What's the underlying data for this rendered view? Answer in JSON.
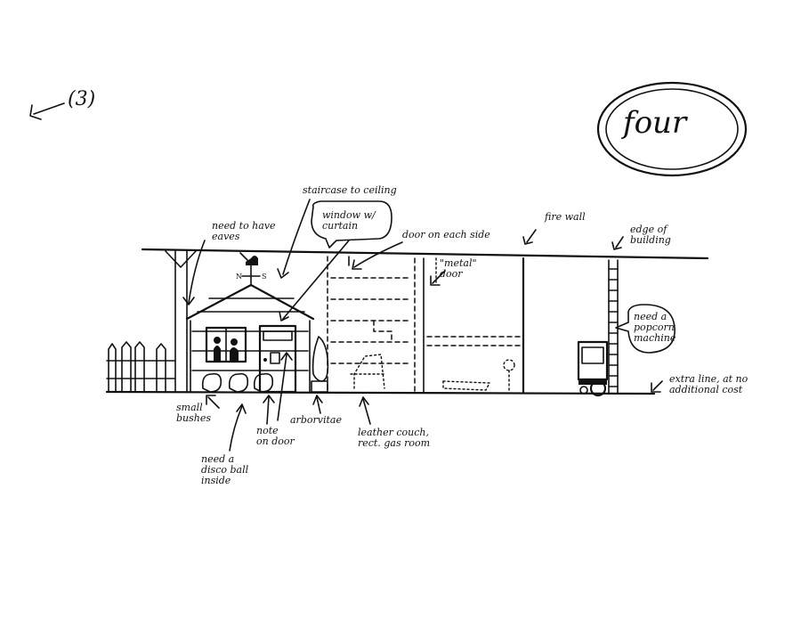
{
  "page_ref": "(3)",
  "title": "four",
  "labels": {
    "need_to_have_eaves": "need to have\neaves",
    "staircase_to_ceiling": "staircase to ceiling",
    "window_w_curtain": "window w/\ncurtain",
    "door_on_each_side": "door on each side",
    "metal_door": "\"metal\"\ndoor",
    "fire_wall": "fire wall",
    "edge_of_building": "edge of\nbuilding",
    "need_popcorn_machine": "need a\npopcorn\nmachine",
    "extra_line": "extra line, at no\nadditional cost",
    "small_bushes": "small\nbushes",
    "note_on_door": "note\non door",
    "arborvitae": "arborvitae",
    "leather_couch": "leather couch,\nrect. gas room",
    "need_disco_ball": "need a\ndisco ball\ninside"
  },
  "compass": {
    "n": "N",
    "s": "S"
  }
}
